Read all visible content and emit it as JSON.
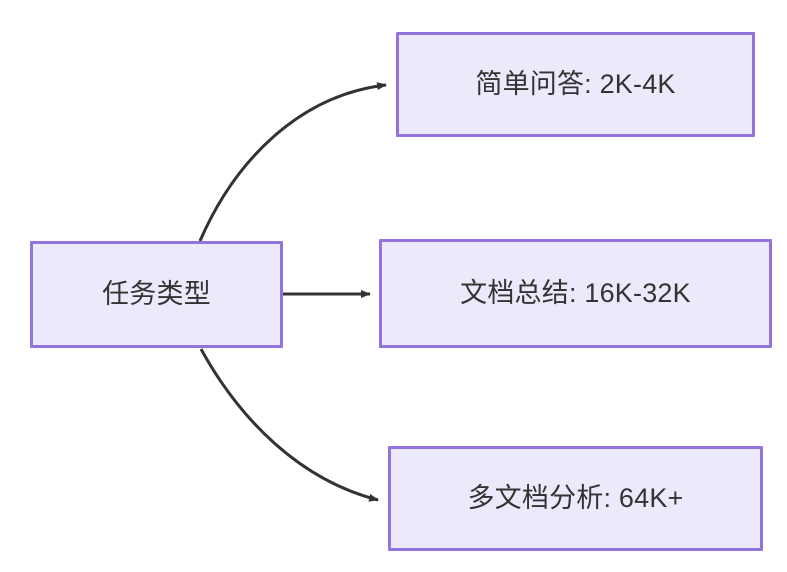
{
  "diagram": {
    "type": "flowchart",
    "direction": "left-to-right",
    "background_color": "#FFFFFF",
    "node_fill_color": "#ECEAFA",
    "node_border_color": "#9373DE",
    "node_text_color": "#333333",
    "edge_color": "#333333",
    "root": {
      "id": "root",
      "label": "任务类型"
    },
    "children": [
      {
        "id": "simple-qa",
        "label": "简单问答: 2K-4K"
      },
      {
        "id": "doc-summary",
        "label": "文档总结: 16K-32K"
      },
      {
        "id": "multidoc-analysis",
        "label": "多文档分析: 64K+"
      }
    ],
    "edges": [
      {
        "from": "root",
        "to": "simple-qa",
        "style": "curved",
        "arrow": "arrowhead"
      },
      {
        "from": "root",
        "to": "doc-summary",
        "style": "straight",
        "arrow": "arrowhead"
      },
      {
        "from": "root",
        "to": "multidoc-analysis",
        "style": "curved",
        "arrow": "arrowhead"
      }
    ]
  }
}
